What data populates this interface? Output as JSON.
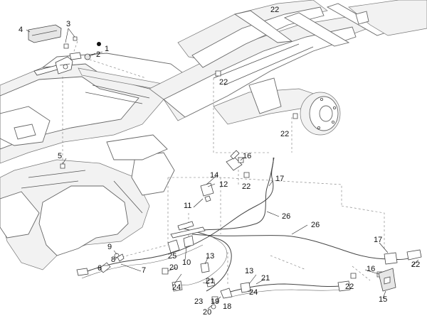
{
  "diagram": {
    "callouts": {
      "c1": "1",
      "c2": "2",
      "c3": "3",
      "c4": "4",
      "c5": "5",
      "c6": "6",
      "c7": "7",
      "c8": "8",
      "c9": "9",
      "c10": "10",
      "c11": "11",
      "c12": "12",
      "c13a": "13",
      "c13b": "13",
      "c14": "14",
      "c15": "15",
      "c16a": "16",
      "c16b": "16",
      "c17a": "17",
      "c17b": "17",
      "c18": "18",
      "c19": "19",
      "c20a": "20",
      "c20b": "20",
      "c21a": "21",
      "c21b": "21",
      "c22a": "22",
      "c22b": "22",
      "c22c": "22",
      "c22d": "22",
      "c22e": "22",
      "c23": "23",
      "c24a": "24",
      "c24b": "24",
      "c25": "25",
      "c26a": "26",
      "c26b": "26"
    }
  }
}
